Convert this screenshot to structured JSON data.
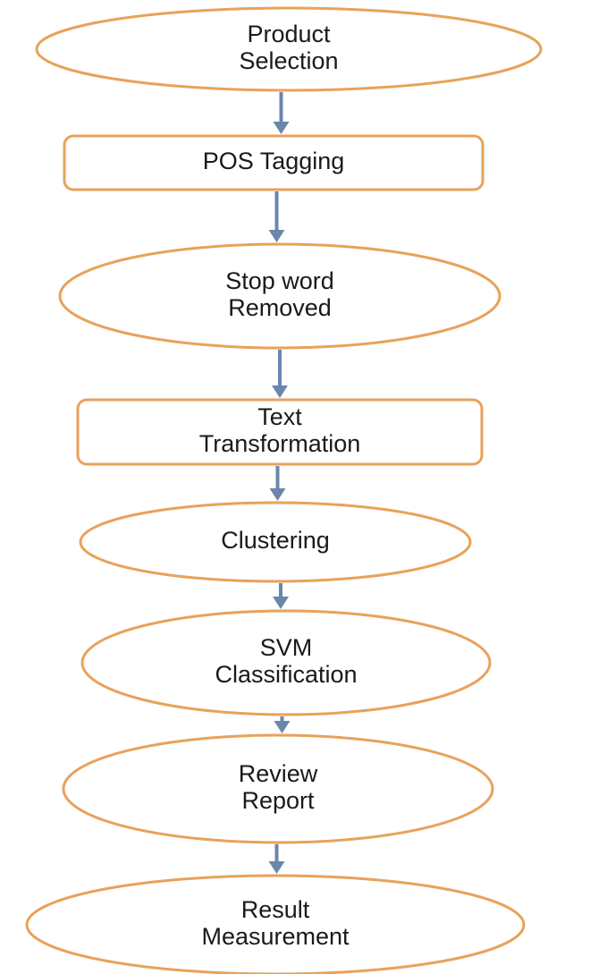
{
  "diagram": {
    "type": "flowchart",
    "colors": {
      "node_stroke": "#e8a25a",
      "node_fill": "#ffffff",
      "arrow": "#6b86ad",
      "text": "#1a1a1a"
    },
    "nodes": [
      {
        "id": "product-selection",
        "shape": "ellipse",
        "lines": [
          "Product",
          "Selection"
        ]
      },
      {
        "id": "pos-tagging",
        "shape": "rect",
        "lines": [
          "POS Tagging"
        ]
      },
      {
        "id": "stop-word-removed",
        "shape": "ellipse",
        "lines": [
          "Stop word",
          "Removed"
        ]
      },
      {
        "id": "text-transformation",
        "shape": "rect",
        "lines": [
          "Text",
          "Transformation"
        ]
      },
      {
        "id": "clustering",
        "shape": "ellipse",
        "lines": [
          "Clustering"
        ]
      },
      {
        "id": "svm-classification",
        "shape": "ellipse",
        "lines": [
          "SVM",
          "Classification"
        ]
      },
      {
        "id": "review-report",
        "shape": "ellipse",
        "lines": [
          "Review",
          "Report"
        ]
      },
      {
        "id": "result-measurement",
        "shape": "ellipse",
        "lines": [
          "Result",
          "Measurement"
        ]
      }
    ],
    "edges": [
      {
        "from": "product-selection",
        "to": "pos-tagging"
      },
      {
        "from": "pos-tagging",
        "to": "stop-word-removed"
      },
      {
        "from": "stop-word-removed",
        "to": "text-transformation"
      },
      {
        "from": "text-transformation",
        "to": "clustering"
      },
      {
        "from": "clustering",
        "to": "svm-classification"
      },
      {
        "from": "svm-classification",
        "to": "review-report"
      },
      {
        "from": "review-report",
        "to": "result-measurement"
      }
    ]
  }
}
